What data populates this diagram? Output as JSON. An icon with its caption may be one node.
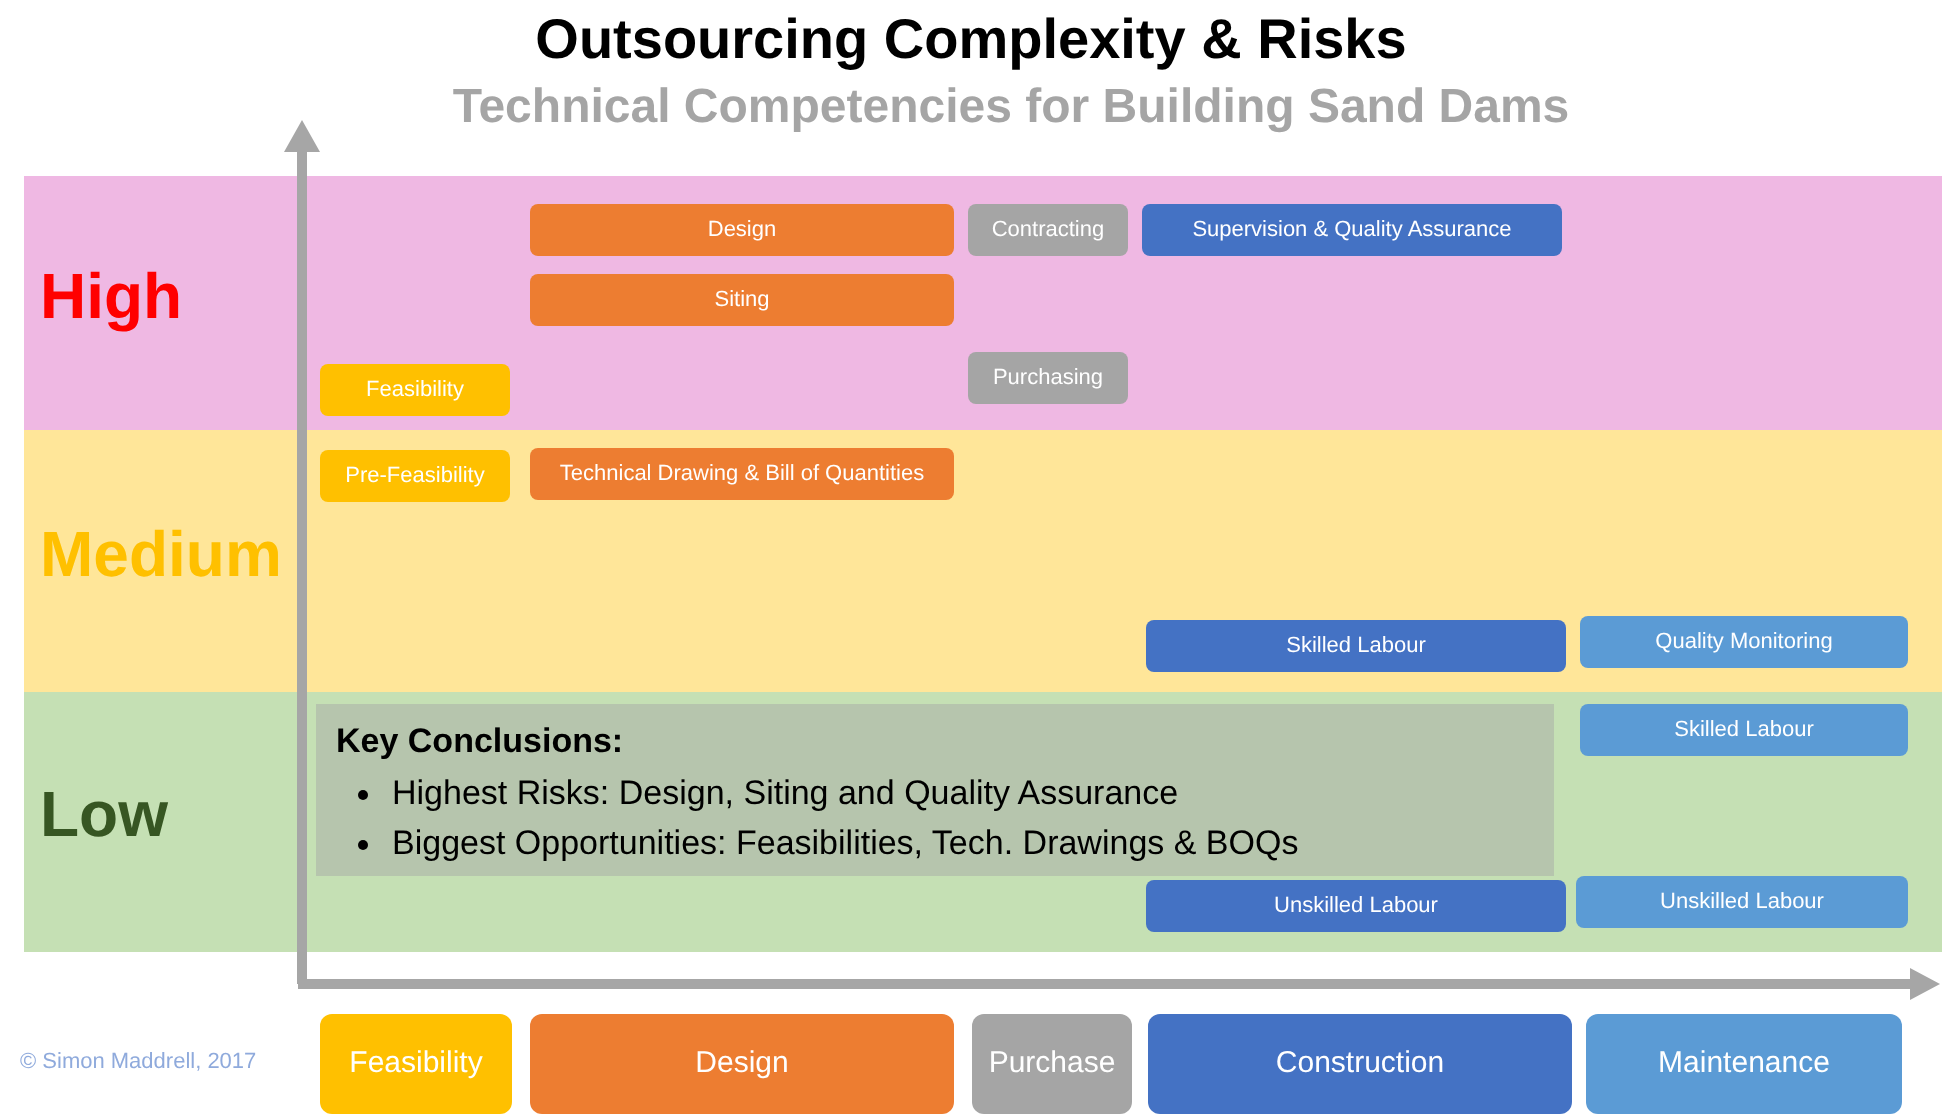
{
  "diagram": {
    "title": "Outsourcing Complexity & Risks",
    "nodes": [
      {
        "text": [
          "High"
        ]
      },
      {
        "text": [
          "Design"
        ],
        "in": 0
      },
      {
        "text": [
          "Contracting"
        ],
        "in": 0
      },
      {
        "text": [
          "Supervision & Quality Assurance"
        ],
        "in": 0
      },
      {
        "text": [
          "Siting"
        ],
        "in": 0
      },
      {
        "text": [
          "Purchasing"
        ],
        "in": 0
      },
      {
        "text": [
          "Feasibility"
        ],
        "in": 0
      },
      {
        "text": [
          "Medium"
        ]
      },
      {
        "text": [
          "Pre-Feasibility"
        ],
        "in": 7
      },
      {
        "text": [
          "Technical Drawing & Bill of Quantities"
        ],
        "in": 7
      },
      {
        "text": [
          "Skilled Labour"
        ],
        "in": 7
      },
      {
        "text": [
          "Quality Monitoring"
        ],
        "in": 7
      },
      {
        "text": [
          "Low"
        ]
      },
      {
        "text": [
          "Key Conclusions:",
          "Highest Risks: Design, Siting and Quality Assurance",
          "Biggest Opportunities: Feasibilities, Tech. Drawings & BOQs"
        ],
        "in": 12
      },
      {
        "text": [
          "Skilled Labour"
        ],
        "in": 12
      },
      {
        "text": [
          "Unskilled Labour"
        ],
        "in": 12
      },
      {
        "text": [
          "Unskilled Labour"
        ],
        "in": 12
      },
      {
        "text": [
          "Feasibility"
        ]
      },
      {
        "text": [
          "Design"
        ]
      },
      {
        "text": [
          "Purchase"
        ]
      },
      {
        "text": [
          "Construction"
        ]
      },
      {
        "text": [
          "Maintenance"
        ]
      }
    ],
    "edges": [],
    "labels": [
      "Technical Competencies for Building Sand Dams",
      "© Simon Maddrell, 2017"
    ]
  }
}
